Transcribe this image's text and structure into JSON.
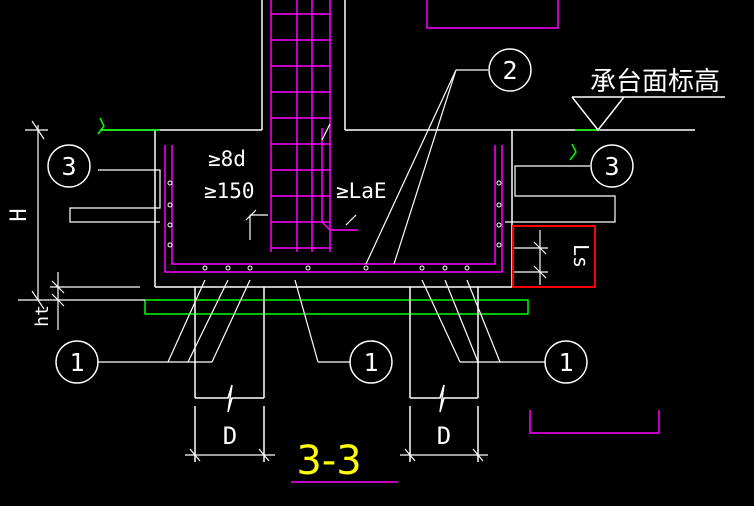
{
  "labels": {
    "cap_top_elevation": "承台面标高",
    "min_anchor_8d": "≥8d",
    "min_anchor_150": "≥150",
    "anchor_length": "≥LaE",
    "height_H": "H",
    "height_ht": "ht",
    "side_spacing": "Ls",
    "pile_diameter_left": "D",
    "pile_diameter_right": "D",
    "section_title": "3-3"
  },
  "callouts": {
    "rebar_2": "2",
    "rebar_3_left": "3",
    "rebar_3_right": "3",
    "rebar_1_left": "1",
    "rebar_1_mid": "1",
    "rebar_1_right": "1"
  },
  "colors": {
    "background": "#000000",
    "line": "#ffffff",
    "rebar": "#ff00ff",
    "cushion": "#00ff00",
    "title": "#ffff00",
    "highlight": "#ff0000"
  }
}
